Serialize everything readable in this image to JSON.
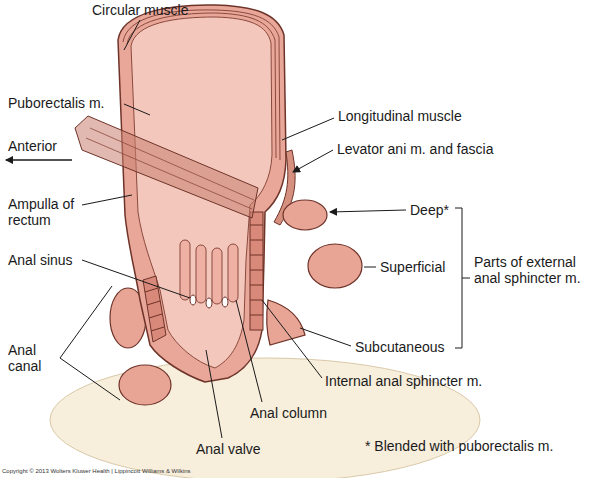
{
  "diagram": {
    "labels": [
      "Circular muscle",
      "Puborectalis m.",
      "Anterior",
      "Longitudinal muscle",
      "Levator ani m. and fascia",
      "Ampulla of rectum",
      "Deep*",
      "Parts of external anal sphincter m.",
      "Anal sinus",
      "Superficial",
      "Anal canal",
      "Subcutaneous",
      "Internal anal sphincter m.",
      "Anal column",
      "Anal valve",
      "* Blended with puborectalis m.",
      "Copyright © 2013 Wolters Kluwer Health | Lippincott Williams & Wilkins"
    ]
  }
}
